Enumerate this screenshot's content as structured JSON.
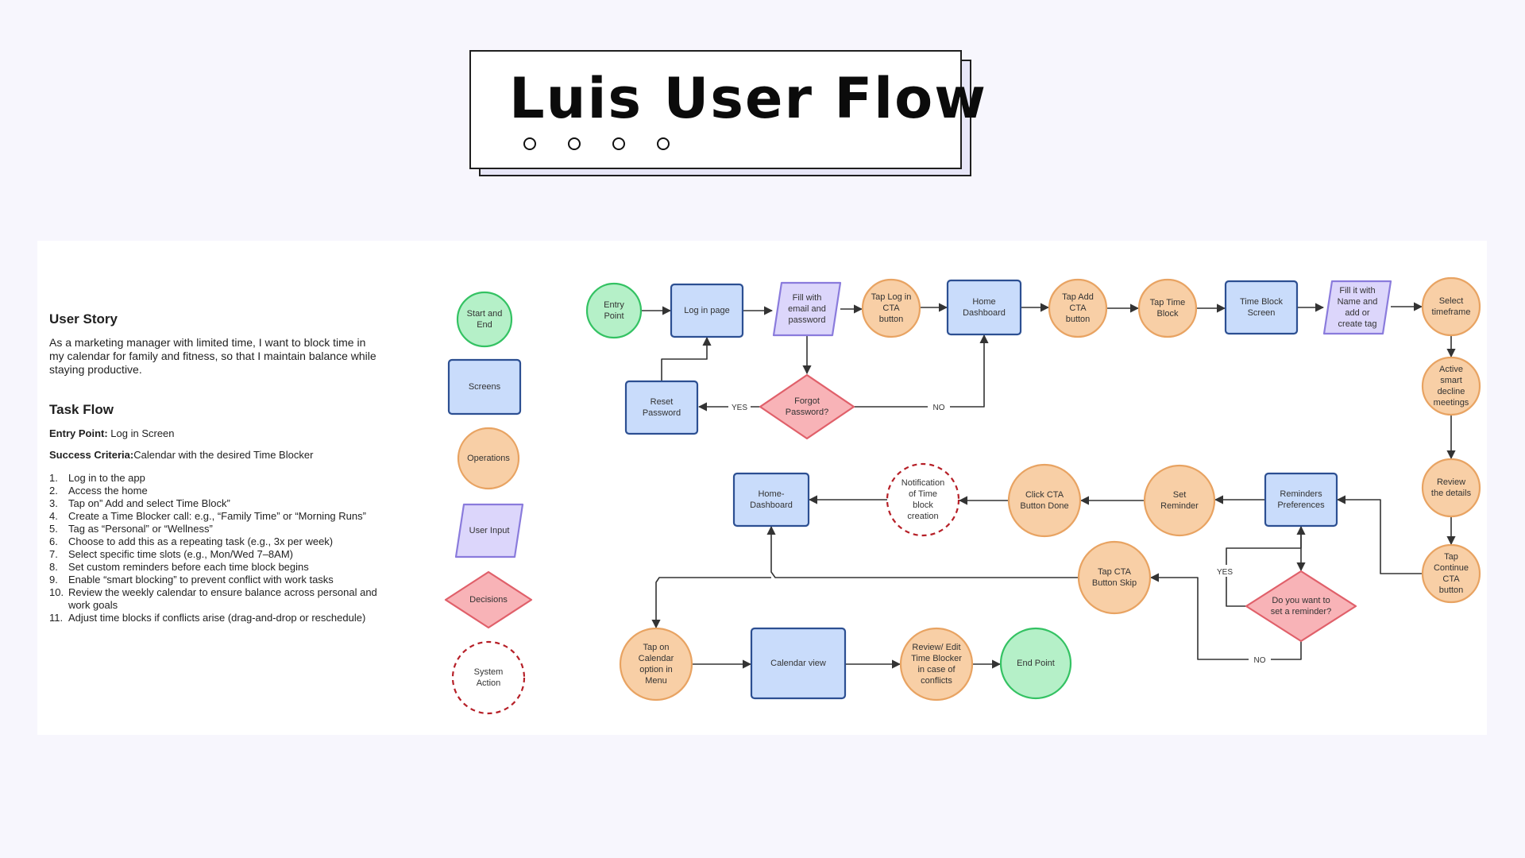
{
  "title": "Luis User Flow",
  "colors": {
    "start_end": "#b5f0c8",
    "start_end_stroke": "#34c263",
    "screen": "#c9dcfb",
    "screen_stroke": "#2c4f92",
    "operation": "#f8cfa6",
    "operation_stroke": "#e8a362",
    "input": "#dcd6fb",
    "input_stroke": "#8a7bdc",
    "decision": "#f8b3b7",
    "decision_stroke": "#e0606a",
    "system_stroke": "#b61f27"
  },
  "story": {
    "heading": "User Story",
    "body": "As a marketing manager with limited time, I want to block time in my calendar for family and fitness, so that I maintain balance while staying productive.",
    "task_flow_heading": "Task Flow",
    "entry_label": "Entry Point:",
    "entry_value": " Log in Screen",
    "success_label": "Success Criteria:",
    "success_value": "Calendar with the  desired Time Blocker",
    "steps": [
      {
        "n": "1.",
        "text": "Log in to the app"
      },
      {
        "n": "2.",
        "text": "Access the home"
      },
      {
        "n": "3.",
        "text": "Tap on” Add and select  Time Block”"
      },
      {
        "n": "4.",
        "text": "Create a Time Blocker call: e.g., “Family Time” or “Morning Runs”"
      },
      {
        "n": "5.",
        "text": "Tag as “Personal” or “Wellness”"
      },
      {
        "n": "6.",
        "text": "Choose to add this as a repeating task (e.g., 3x per week)"
      },
      {
        "n": "7.",
        "text": "Select specific time slots (e.g., Mon/Wed 7–8AM)"
      },
      {
        "n": "8.",
        "text": "Set custom reminders before each time block begins"
      },
      {
        "n": "9.",
        "text": "Enable “smart blocking” to prevent conflict with work tasks"
      },
      {
        "n": "10.",
        "text": "Review the weekly calendar to ensure balance across personal and work goals"
      },
      {
        "n": "11.",
        "text": "  Adjust time blocks if conflicts arise (drag-and-drop or reschedule)"
      }
    ]
  },
  "legend": [
    {
      "type": "start_end",
      "label": [
        "Start and",
        "End"
      ]
    },
    {
      "type": "screen",
      "label": [
        "Screens"
      ]
    },
    {
      "type": "operation",
      "label": [
        "Operations"
      ]
    },
    {
      "type": "input",
      "label": [
        "User Input"
      ]
    },
    {
      "type": "decision",
      "label": [
        "Decisions"
      ]
    },
    {
      "type": "system",
      "label": [
        "System",
        "Action"
      ]
    }
  ],
  "nodes": [
    {
      "id": "entry",
      "type": "start_end",
      "label": [
        "Entry",
        "Point"
      ]
    },
    {
      "id": "login",
      "type": "screen",
      "label": [
        "Log in page"
      ]
    },
    {
      "id": "fill-email",
      "type": "input",
      "label": [
        "Fill with",
        "email and",
        "password"
      ]
    },
    {
      "id": "tap-login",
      "type": "operation",
      "label": [
        "Tap Log in",
        "CTA",
        "button"
      ]
    },
    {
      "id": "home",
      "type": "screen",
      "label": [
        "Home",
        "Dashboard"
      ]
    },
    {
      "id": "tap-add",
      "type": "operation",
      "label": [
        "Tap Add",
        "CTA",
        "button"
      ]
    },
    {
      "id": "tap-time-block",
      "type": "operation",
      "label": [
        "Tap Time",
        "Block"
      ]
    },
    {
      "id": "time-block-screen",
      "type": "screen",
      "label": [
        "Time Block",
        "Screen"
      ]
    },
    {
      "id": "fill-name",
      "type": "input",
      "label": [
        "Fill it with",
        "Name and",
        "add or",
        "create tag"
      ]
    },
    {
      "id": "select-timeframe",
      "type": "operation",
      "label": [
        "Select",
        "timeframe"
      ]
    },
    {
      "id": "forgot",
      "type": "decision",
      "label": [
        "Forgot",
        "Password?"
      ]
    },
    {
      "id": "reset",
      "type": "screen",
      "label": [
        "Reset",
        "Password"
      ]
    },
    {
      "id": "active-smart",
      "type": "operation",
      "label": [
        "Active",
        "smart",
        "decline",
        "meetings"
      ]
    },
    {
      "id": "review-details",
      "type": "operation",
      "label": [
        "Review",
        "the details"
      ]
    },
    {
      "id": "tap-continue",
      "type": "operation",
      "label": [
        "Tap",
        "Continue",
        "CTA",
        "button"
      ]
    },
    {
      "id": "reminders",
      "type": "screen",
      "label": [
        "Reminders",
        "Preferences"
      ]
    },
    {
      "id": "set-reminder",
      "type": "operation",
      "label": [
        "Set",
        "Reminder"
      ]
    },
    {
      "id": "click-done",
      "type": "operation",
      "label": [
        "Click CTA",
        "Button Done"
      ]
    },
    {
      "id": "notification",
      "type": "system",
      "label": [
        "Notification",
        "of Time",
        "block",
        "creation"
      ]
    },
    {
      "id": "home2",
      "type": "screen",
      "label": [
        "Home-",
        "Dashboard"
      ]
    },
    {
      "id": "reminder-q",
      "type": "decision",
      "label": [
        "Do you want to",
        "set a reminder?"
      ]
    },
    {
      "id": "tap-skip",
      "type": "operation",
      "label": [
        "Tap CTA",
        "Button Skip"
      ]
    },
    {
      "id": "tap-calendar",
      "type": "operation",
      "label": [
        "Tap on",
        "Calendar",
        "option in",
        "Menu"
      ]
    },
    {
      "id": "calendar-view",
      "type": "screen",
      "label": [
        "Calendar view"
      ]
    },
    {
      "id": "review-edit",
      "type": "operation",
      "label": [
        "Review/ Edit",
        "Time Blocker",
        "in case of",
        "conflicts"
      ]
    },
    {
      "id": "end",
      "type": "start_end",
      "label": [
        "End Point"
      ]
    }
  ],
  "edge_labels": {
    "yes": "YES",
    "no": "NO"
  }
}
